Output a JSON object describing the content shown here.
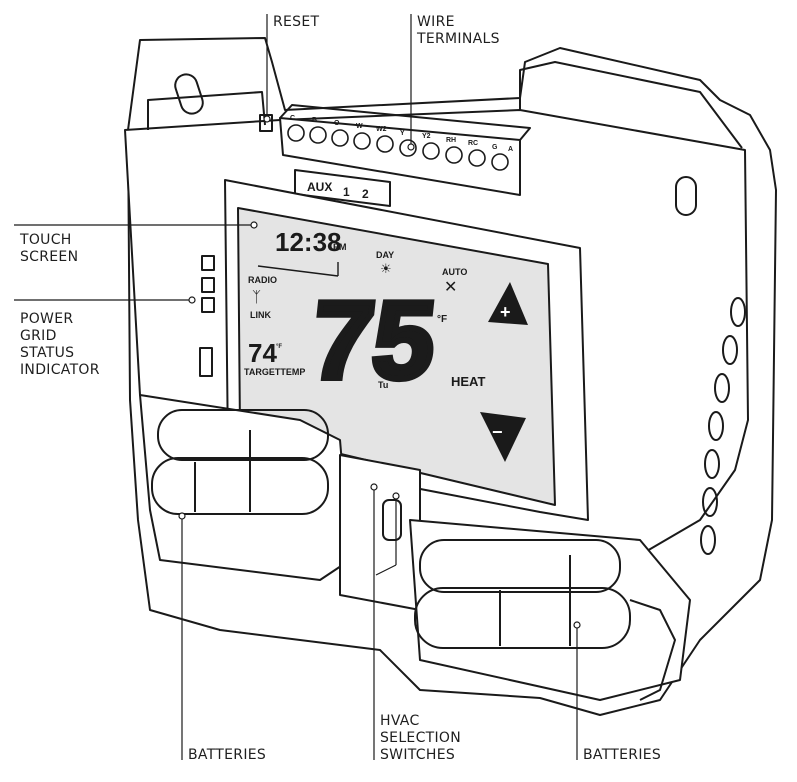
{
  "callouts": {
    "reset": "RESET",
    "wire_terminals": [
      "WIRE",
      "TERMINALS"
    ],
    "touch_screen": [
      "TOUCH",
      "SCREEN"
    ],
    "power_grid": [
      "POWER",
      "GRID",
      "STATUS",
      "INDICATOR"
    ],
    "batteries_left": "BATTERIES",
    "hvac": [
      "HVAC",
      "SELECTION",
      "SWITCHES"
    ],
    "batteries_right": "BATTERIES"
  },
  "terminal_strip": {
    "labels": [
      "C",
      "B",
      "O",
      "W",
      "W2",
      "Y",
      "Y2",
      "RH",
      "RC",
      "G",
      "A"
    ]
  },
  "switch_labels": {
    "aux": "AUX",
    "one": "1",
    "two": "2"
  },
  "display": {
    "time": "12:38",
    "ampm": "PM",
    "day_label": "DAY",
    "mode_label": "AUTO",
    "radio_label": "RADIO",
    "link_label": "LINK",
    "current_temp": "75",
    "unit": "°F",
    "target_temp": "74",
    "target_unit": "°F",
    "target_label": "TARGETTEMP",
    "day_of_week": "Tu",
    "system_mode": "HEAT",
    "up_symbol": "+",
    "down_symbol": "−"
  },
  "colors": {
    "lcd": "#e4e4e4",
    "housing": "#ffffff",
    "line": "#1a1a1a",
    "button": "#1a1a1a"
  }
}
